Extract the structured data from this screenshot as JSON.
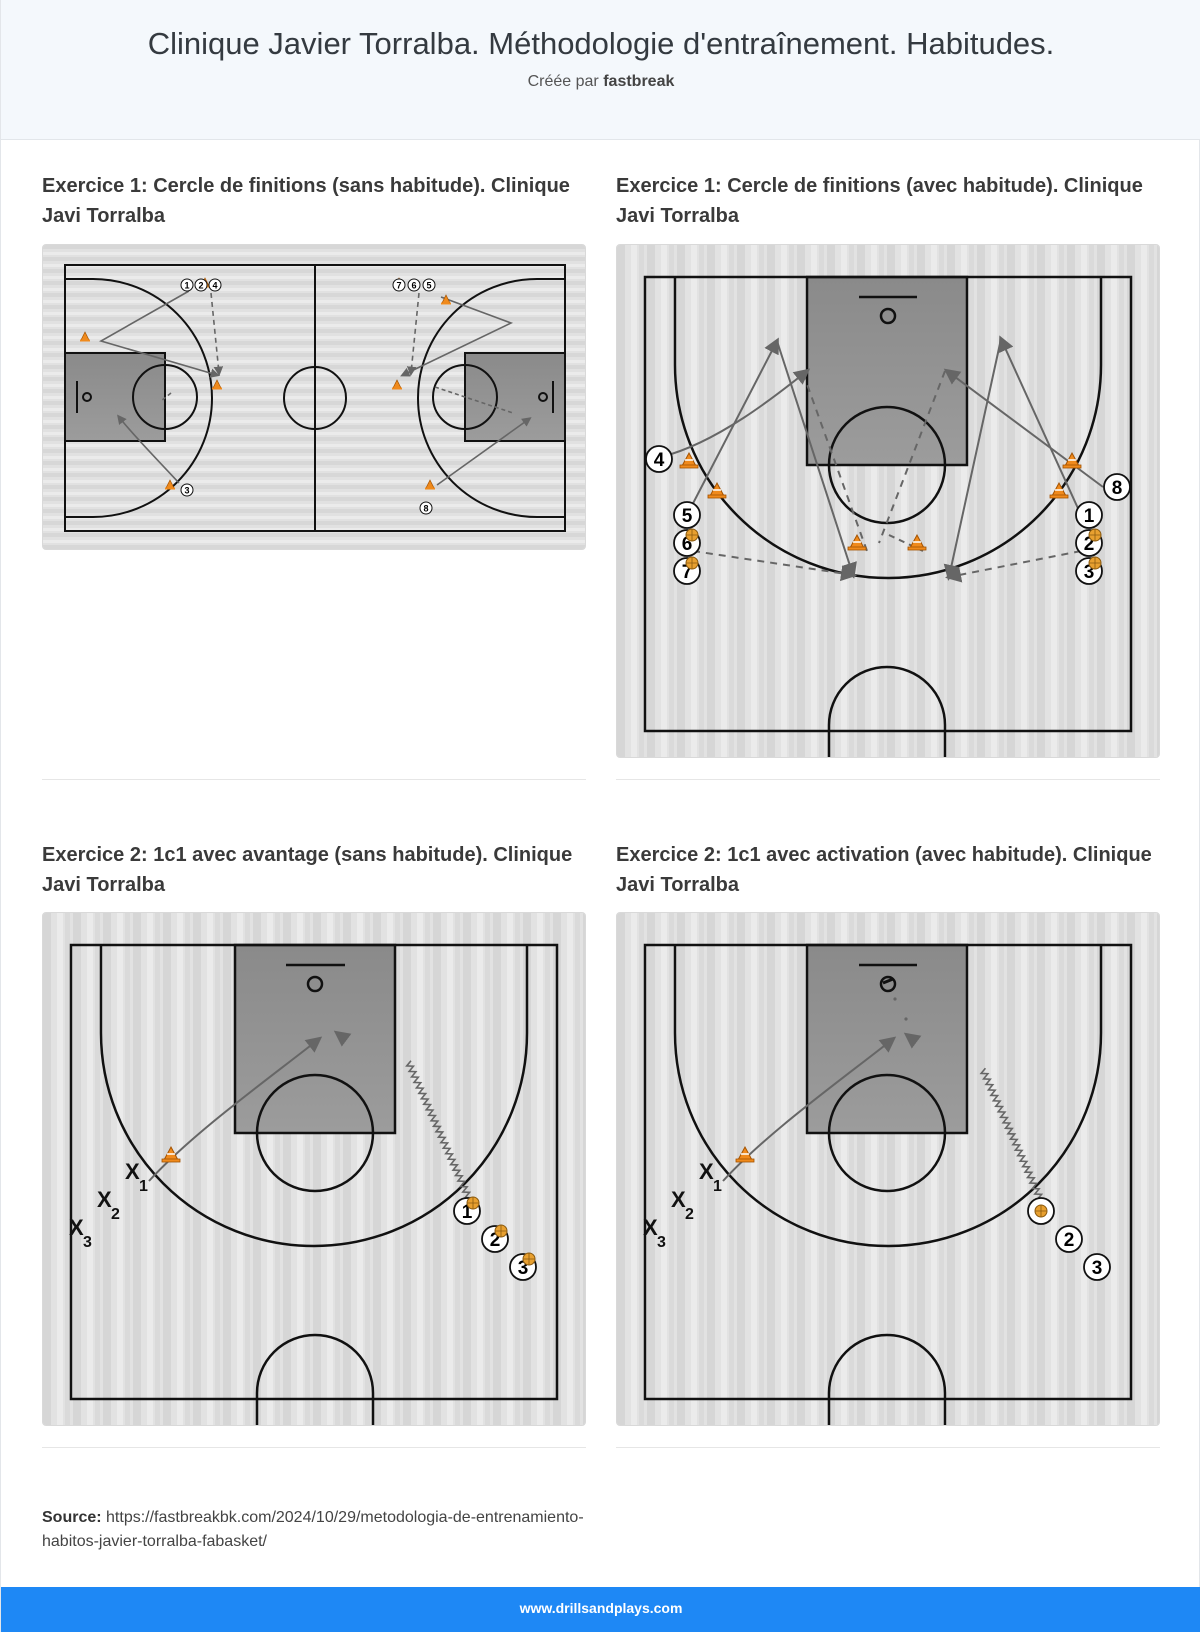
{
  "header": {
    "title": "Clinique Javier Torralba. Méthodologie d'entraînement. Habitudes.",
    "byline_prefix": "Créée par",
    "byline_author": "fastbreak"
  },
  "drills": [
    {
      "title": "Exercice 1: Cercle de finitions (sans habitude). Clinique Javi Torralba"
    },
    {
      "title": "Exercice 1: Cercle de finitions (avec habitude). Clinique Javi Torralba"
    },
    {
      "title": "Exercice 2: 1c1 avec avantage (sans habitude). Clinique Javi Torralba"
    },
    {
      "title": "Exercice 2: 1c1 avec activation (avec habitude). Clinique Javi Torralba"
    }
  ],
  "diagrams": {
    "d1": {
      "players": [
        "1",
        "2",
        "4",
        "7",
        "6",
        "5",
        "3",
        "8"
      ]
    },
    "d2": {
      "players": [
        "4",
        "5",
        "6",
        "7",
        "8",
        "1",
        "2",
        "3"
      ]
    },
    "d3": {
      "players": [
        "1",
        "2",
        "3"
      ],
      "defenders": [
        "X",
        "1",
        "X",
        "2",
        "X",
        "3"
      ]
    },
    "d4": {
      "players": [
        "2",
        "3"
      ],
      "defenders": [
        "X",
        "1",
        "X",
        "2",
        "X",
        "3"
      ]
    }
  },
  "source": {
    "label": "Source:",
    "url": "https://fastbreakbk.com/2024/10/29/metodologia-de-entrenamiento-habitos-javier-torralba-fabasket/"
  },
  "footer": {
    "text": "www.drillsandplays.com"
  },
  "colors": {
    "footer": "#1e88f5",
    "header_bg": "#f4f8fc",
    "cone": "#f08a1c",
    "ball": "#e8a030"
  }
}
